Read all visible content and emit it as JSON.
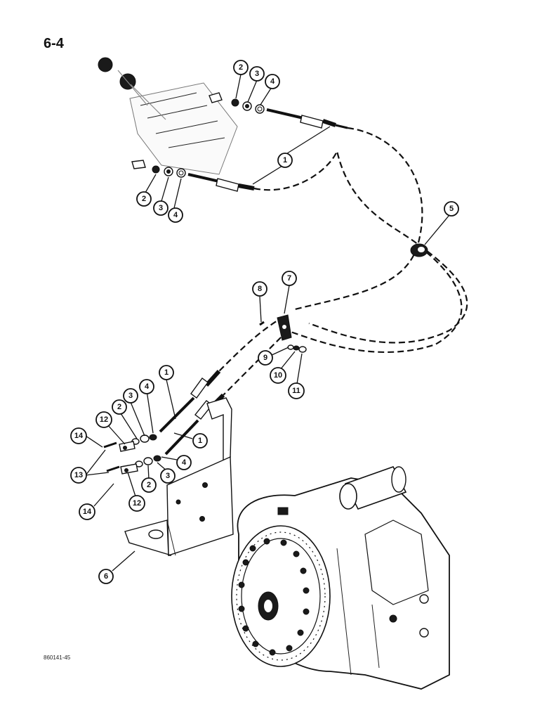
{
  "page": {
    "number": "6-4",
    "footer_code": "860141-45"
  },
  "callouts": [
    {
      "label": "1"
    },
    {
      "label": "1"
    },
    {
      "label": "1"
    },
    {
      "label": "1"
    },
    {
      "label": "2"
    },
    {
      "label": "3"
    },
    {
      "label": "4"
    },
    {
      "label": "2"
    },
    {
      "label": "3"
    },
    {
      "label": "4"
    },
    {
      "label": "5"
    },
    {
      "label": "6"
    },
    {
      "label": "7"
    },
    {
      "label": "8"
    },
    {
      "label": "9"
    },
    {
      "label": "10"
    },
    {
      "label": "11"
    },
    {
      "label": "2"
    },
    {
      "label": "3"
    },
    {
      "label": "4"
    },
    {
      "label": "2"
    },
    {
      "label": "3"
    },
    {
      "label": "4"
    },
    {
      "label": "12"
    },
    {
      "label": "12"
    },
    {
      "label": "13"
    },
    {
      "label": "14"
    },
    {
      "label": "14"
    }
  ]
}
